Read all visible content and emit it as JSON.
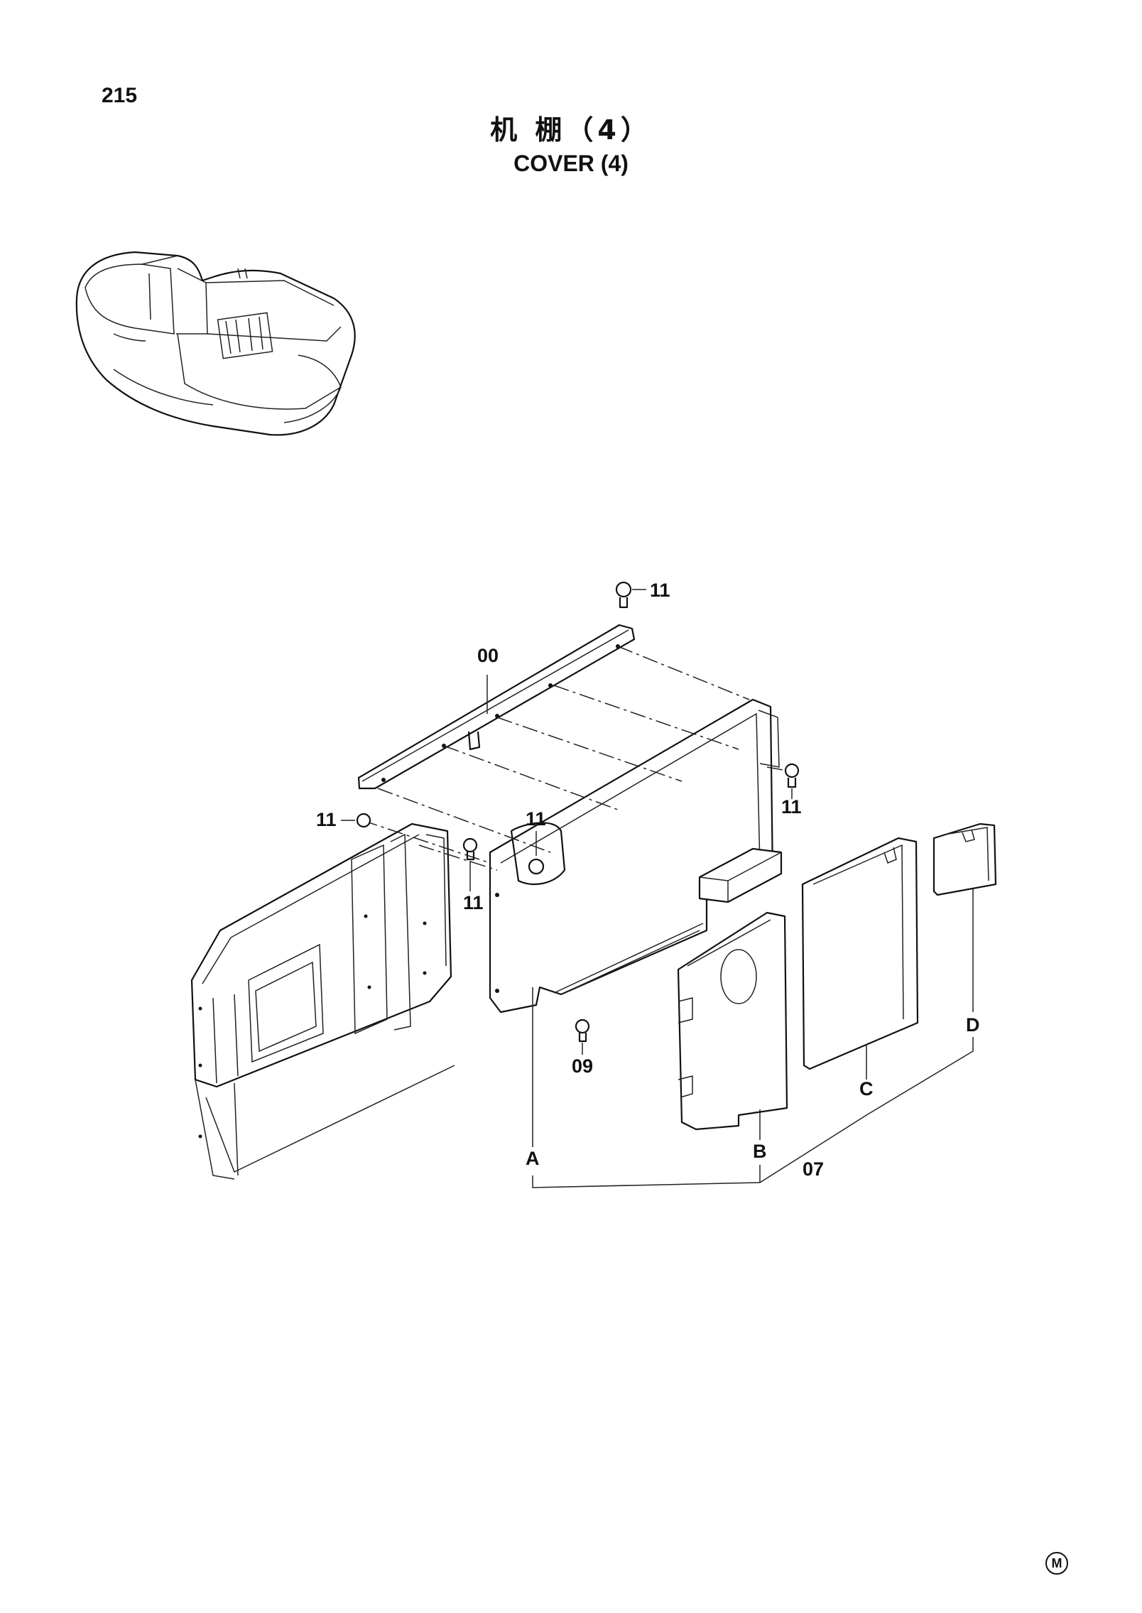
{
  "page_number": "215",
  "title_cn": "机 棚（4）",
  "title_en": "COVER (4)",
  "callouts": {
    "c00": "00",
    "c07": "07",
    "c09": "09",
    "c11a": "11",
    "c11b": "11",
    "c11c": "11",
    "c11d": "11",
    "c11e": "11",
    "cA": "A",
    "cB": "B",
    "cC": "C",
    "cD": "D"
  },
  "mark": "M"
}
